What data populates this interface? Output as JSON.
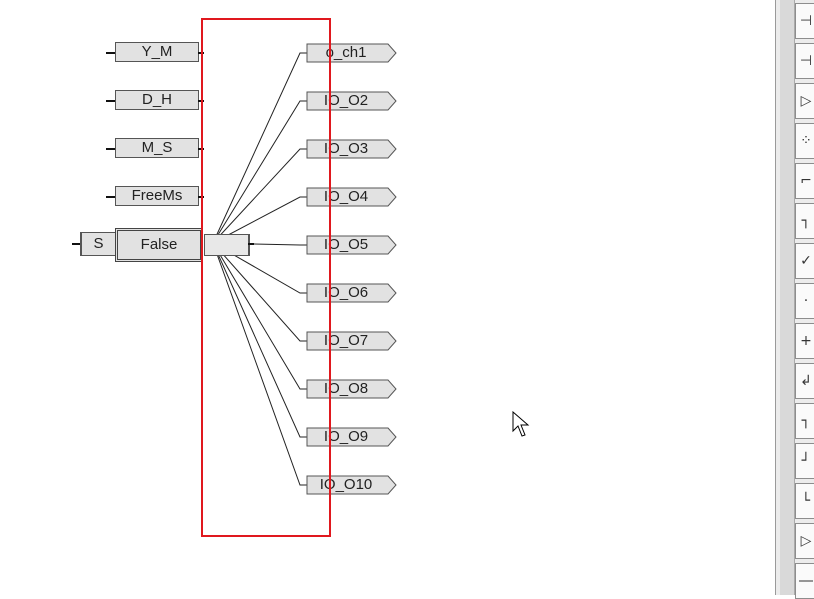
{
  "inputs": [
    {
      "label": "Y_M"
    },
    {
      "label": "D_H"
    },
    {
      "label": "M_S"
    },
    {
      "label": "FreeMs"
    }
  ],
  "main_block": {
    "prefix": "S",
    "label": "False"
  },
  "outputs": [
    {
      "label": "o_ch1"
    },
    {
      "label": "IO_O2"
    },
    {
      "label": "IO_O3"
    },
    {
      "label": "IO_O4"
    },
    {
      "label": "IO_O5"
    },
    {
      "label": "IO_O6"
    },
    {
      "label": "IO_O7"
    },
    {
      "label": "IO_O8"
    },
    {
      "label": "IO_O9"
    },
    {
      "label": "IO_O10"
    }
  ],
  "toolbar": {
    "icons": [
      "junction-icon",
      "junction-alt-icon",
      "buffer-icon",
      "dotted-box-icon",
      "block-icon",
      "block-corner-icon",
      "block-check-icon",
      "block-dot-icon",
      "block-plus-icon",
      "block-down-icon",
      "block-right-icon",
      "block-left-icon",
      "block-l-icon",
      "block-arrow-icon",
      "block-bottom-icon"
    ],
    "glyphs": [
      "⊣",
      "⊣",
      "▷",
      "⁘",
      "⌐",
      "┐",
      "✓",
      "⋅",
      "+",
      "↲",
      "┐",
      "┘",
      "└",
      "▷",
      "―"
    ]
  },
  "colors": {
    "selection": "#e0181e",
    "block_fill": "#e2e2e2"
  }
}
